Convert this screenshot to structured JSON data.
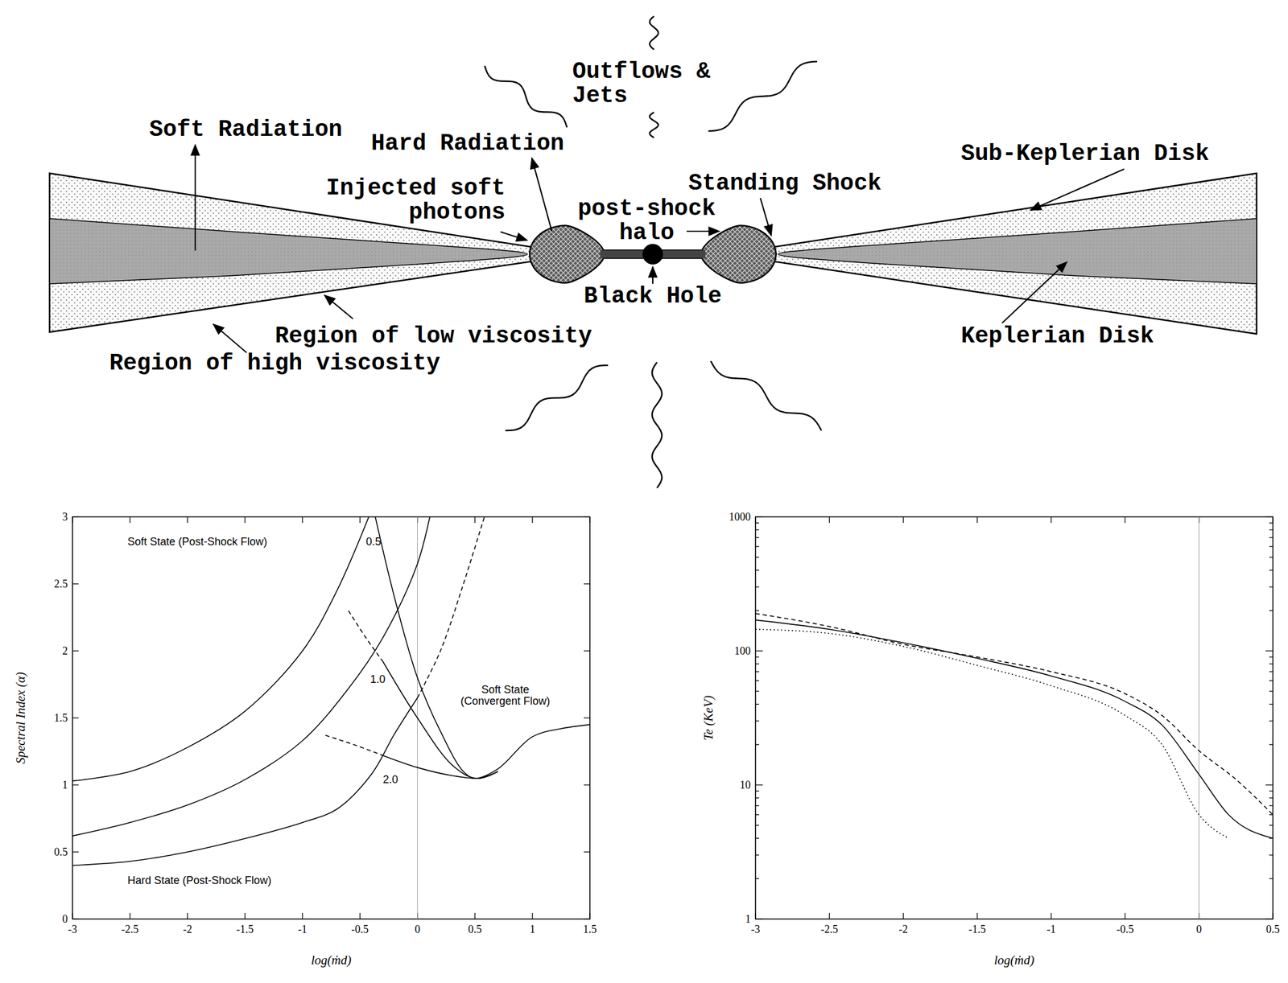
{
  "diagram": {
    "labels": [
      "Outflows & Jets",
      "Soft Radiation",
      "Hard Radiation",
      "Injected soft photons",
      "post-shock halo",
      "Standing Shock",
      "Sub-Keplerian Disk",
      "Black Hole",
      "Region of low viscosity",
      "Keplerian Disk",
      "Region of high viscosity",
      "Soft State (Post-Shock Flow)",
      "0.5",
      "1.0",
      "Soft State (Convergent Flow)",
      "2.0",
      "Hard State (Post-Shock Flow)",
      "Spectral Index (α)",
      "0",
      "0.5",
      "1",
      "1.5",
      "2",
      "2.5",
      "3",
      "-3",
      "-2.5",
      "-2",
      "-1.5",
      "-1",
      "-0.5",
      "0",
      "0.5",
      "1",
      "1.5",
      "log(ṁd)",
      "Te (KeV)",
      "1",
      "10",
      "100",
      "1000",
      "-3",
      "-2.5",
      "-2",
      "-1.5",
      "-1",
      "-0.5",
      "0",
      "0.5",
      "log(ṁd)"
    ]
  }
}
